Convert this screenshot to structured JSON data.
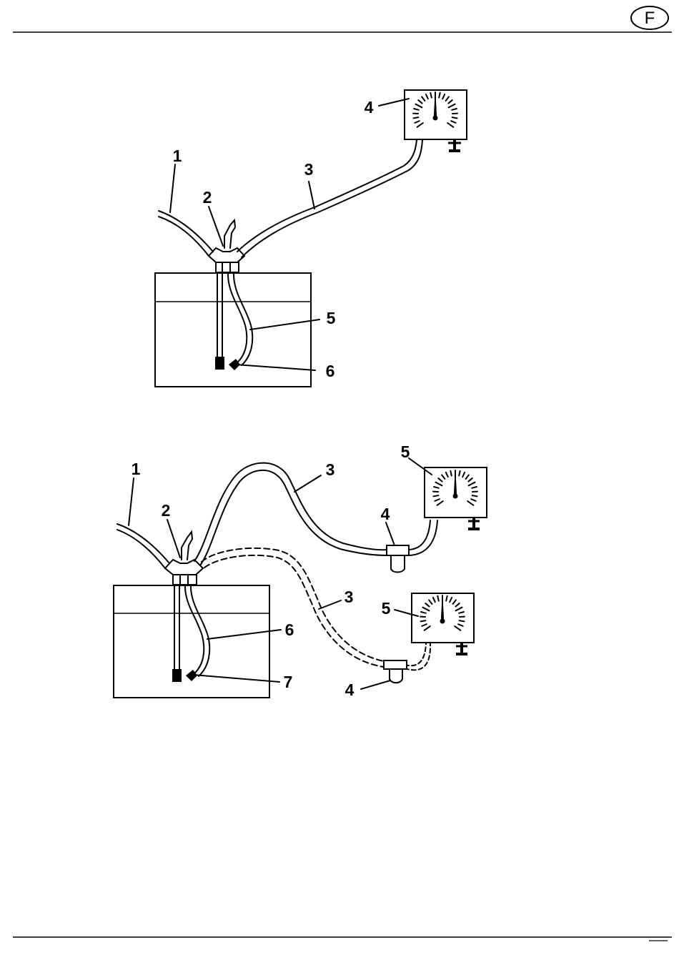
{
  "header": {
    "language_badge": "F"
  },
  "figure_top": {
    "callouts": {
      "hose_left": "1",
      "fitting": "2",
      "hose_right": "3",
      "gauge": "4",
      "inner_tube": "5",
      "tube_tip": "6"
    }
  },
  "figure_bottom": {
    "callouts": {
      "hose_left": "1",
      "fitting": "2",
      "hose_upper": "3",
      "hose_lower_dashed": "3",
      "valve_upper": "4",
      "valve_lower": "4",
      "gauge_upper": "5",
      "gauge_lower": "5",
      "inner_tube": "6",
      "tube_tip": "7"
    }
  }
}
